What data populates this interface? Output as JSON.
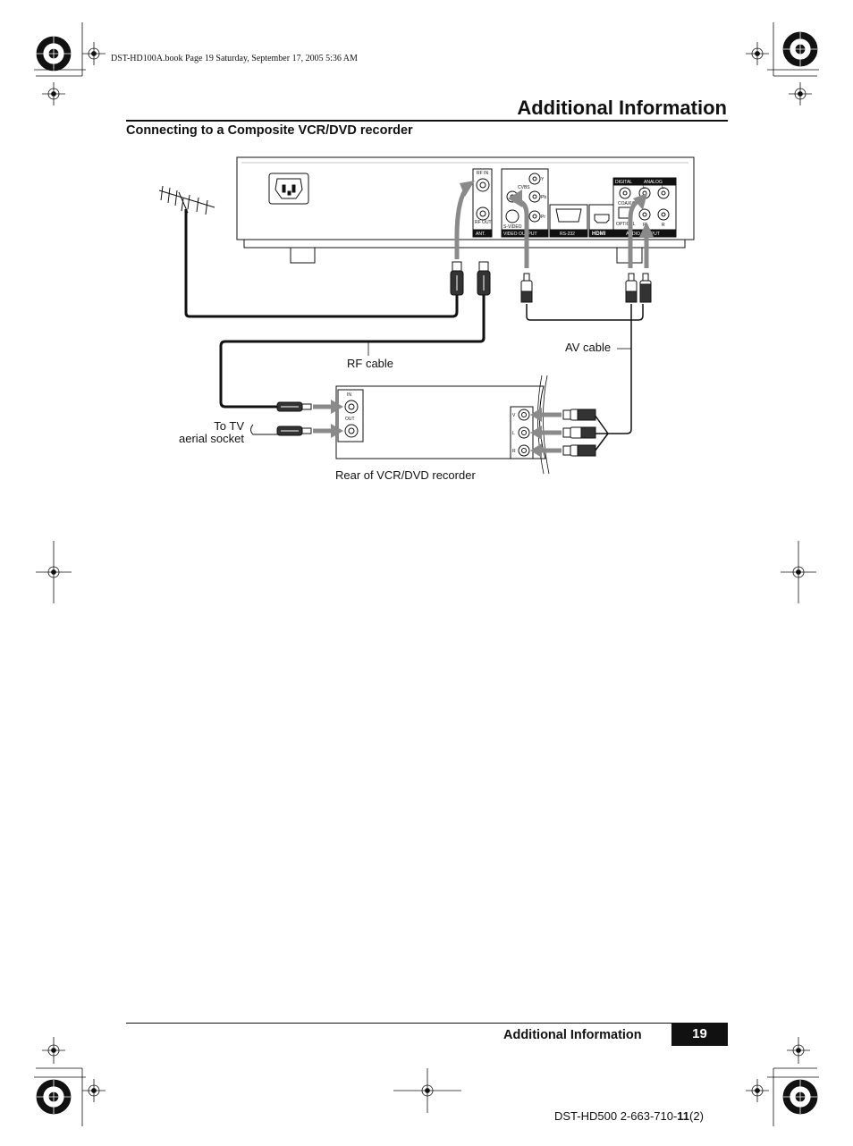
{
  "header": {
    "book_stamp": "DST-HD100A.book  Page 19  Saturday, September 17, 2005  5:36 AM",
    "section_title": "Additional Information"
  },
  "subsection": {
    "title": "Connecting to a Composite VCR/DVD recorder"
  },
  "diagram": {
    "labels": {
      "rf_cable": "RF cable",
      "av_cable": "AV cable",
      "to_tv_line1": "To TV",
      "to_tv_line2": "aerial socket",
      "rear_recorder": "Rear of VCR/DVD recorder"
    },
    "panel": {
      "rf_in": "RF IN",
      "rf_out": "RF OUT",
      "ant": "ANT.",
      "cvbs": "CVBS",
      "y": "Y",
      "pb": "Pb",
      "pr": "Pr",
      "s_video": "S-VIDEO",
      "video_output": "VIDEO OUTPUT",
      "rs232": "RS-232",
      "hdmi": "HDMI",
      "digital": "DIGITAL",
      "analog": "ANALOG",
      "coaxial": "COAXIAL",
      "optical": "OPTICAL",
      "l": "L",
      "r": "R",
      "audio_output": "AUDIO OUTPUT"
    },
    "recorder": {
      "in": "IN",
      "out": "OUT",
      "v": "V",
      "l": "L",
      "r": "R"
    }
  },
  "footer": {
    "section": "Additional Information",
    "page_number": "19",
    "model_prefix": "DST-HD500 2-663-710-",
    "model_bold": "11",
    "model_suffix": "(2)"
  }
}
